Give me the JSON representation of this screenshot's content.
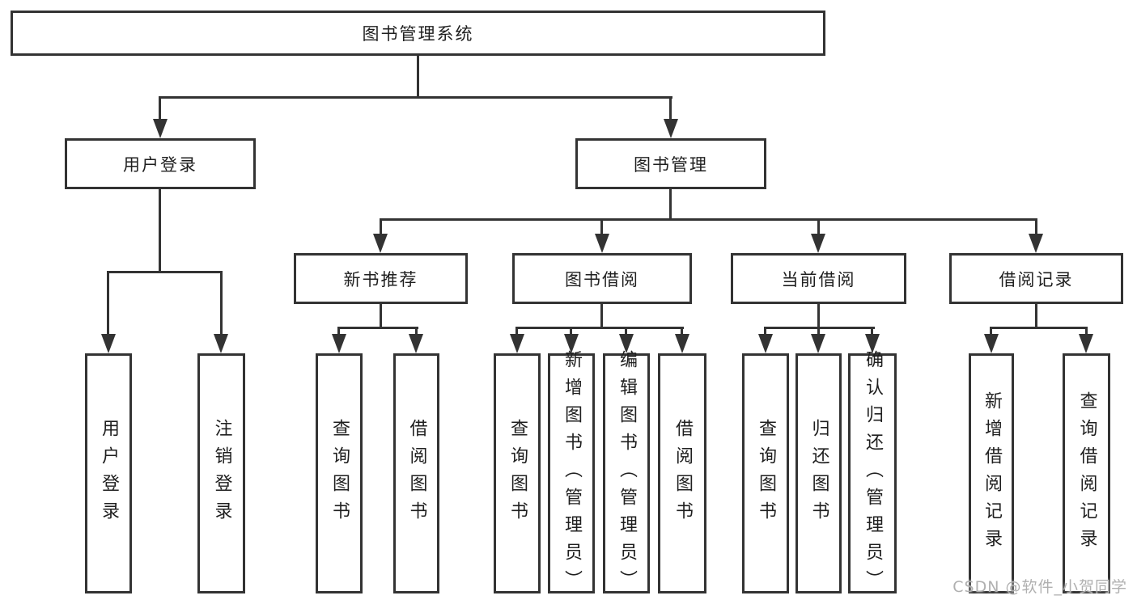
{
  "diagram": {
    "label": "图书管理系统",
    "children": [
      {
        "label": "用户登录",
        "children": [
          {
            "label": "用户登录"
          },
          {
            "label": "注销登录"
          }
        ]
      },
      {
        "label": "图书管理",
        "children": [
          {
            "label": "新书推荐",
            "children": [
              {
                "label": "查询图书"
              },
              {
                "label": "借阅图书"
              }
            ]
          },
          {
            "label": "图书借阅",
            "children": [
              {
                "label": "查询图书"
              },
              {
                "label": "新增图书（管理员）"
              },
              {
                "label": "编辑图书（管理员）"
              },
              {
                "label": "借阅图书"
              }
            ]
          },
          {
            "label": "当前借阅",
            "children": [
              {
                "label": "查询图书"
              },
              {
                "label": "归还图书"
              },
              {
                "label": "确认归还（管理员）"
              }
            ]
          },
          {
            "label": "借阅记录",
            "children": [
              {
                "label": "新增借阅记录"
              },
              {
                "label": "查询借阅记录"
              }
            ]
          }
        ]
      }
    ]
  },
  "watermark": {
    "text": "CSDN @软件_小贺同学"
  },
  "colors": {
    "line": "#333333",
    "text": "#1f1f1f",
    "watermark": "#b0b0b0",
    "bg": "#ffffff"
  }
}
